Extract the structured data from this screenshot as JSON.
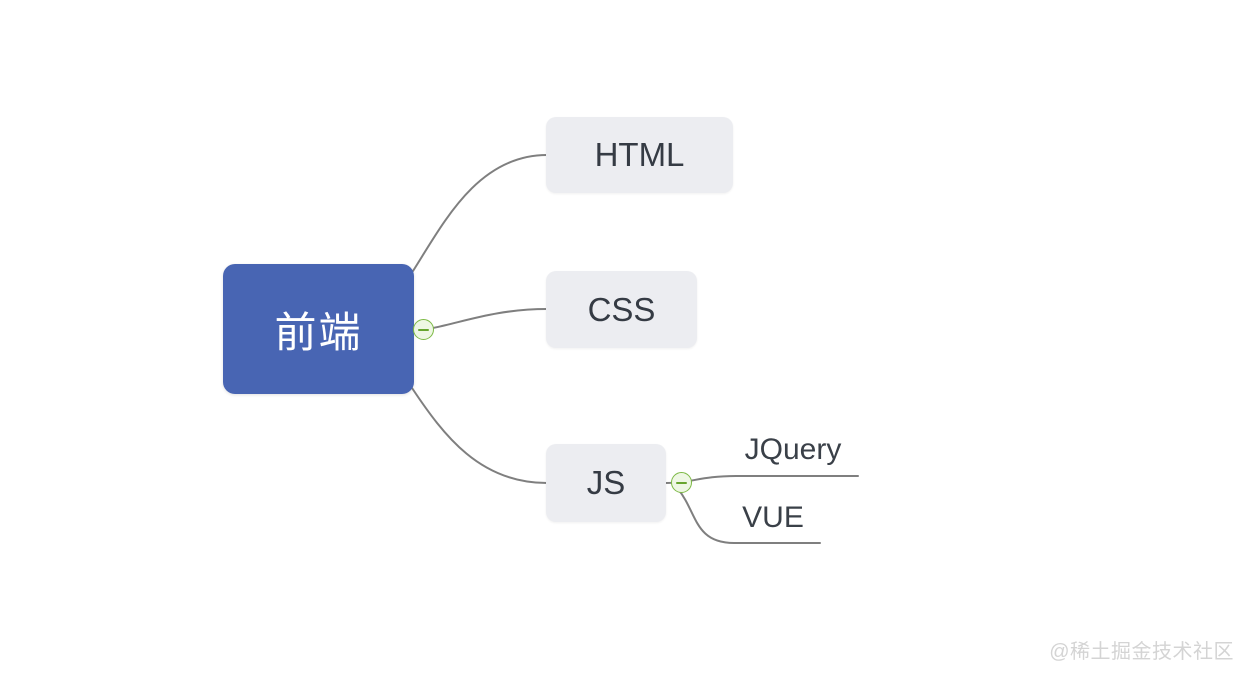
{
  "mindmap": {
    "root": {
      "label": "前端"
    },
    "topics": [
      {
        "label": "HTML"
      },
      {
        "label": "CSS"
      },
      {
        "label": "JS"
      }
    ],
    "subtopics": [
      {
        "label": "JQuery"
      },
      {
        "label": "VUE"
      }
    ],
    "collapse_buttons": [
      {
        "at": "root",
        "state": "expanded",
        "icon": "minus-icon"
      },
      {
        "at": "js",
        "state": "expanded",
        "icon": "minus-icon"
      }
    ]
  },
  "colors": {
    "canvas_background": "#ffffff",
    "root_fill": "#4865b3",
    "root_text": "#ffffff",
    "topic_fill": "#ecedf1",
    "topic_text": "#353b44",
    "connector_line": "#7f7f7f",
    "collapse_border": "#7cb944",
    "collapse_fill": "#eef7e4",
    "collapse_minus": "#67a52f",
    "watermark_text": "#d4d4d4"
  },
  "watermark": {
    "text": "@稀土掘金技术社区"
  }
}
